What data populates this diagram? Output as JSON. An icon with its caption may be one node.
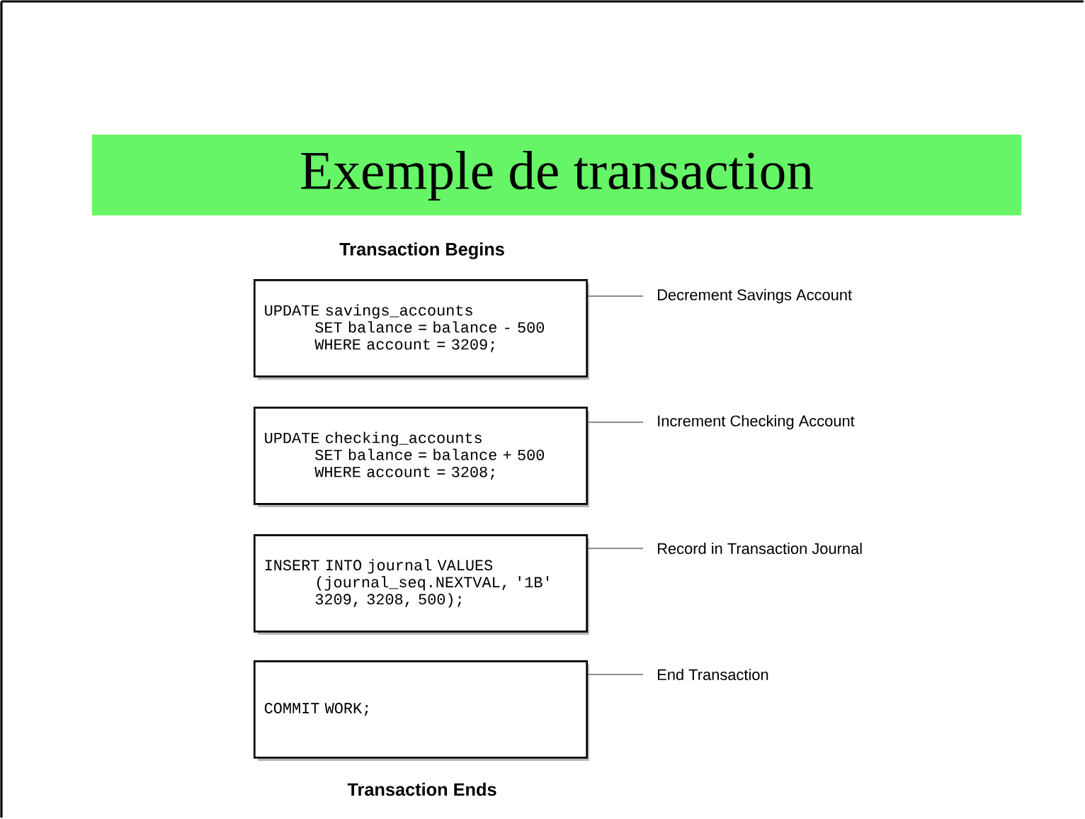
{
  "diagram": {
    "title": "Exemple de transaction",
    "nodes": [
      {
        "text": [
          "UPDATE savings_accounts",
          "SET balance = balance - 500",
          "WHERE account = 3209;"
        ]
      },
      {
        "text": [
          "Decrement Savings Account"
        ]
      },
      {
        "text": [
          "UPDATE checking_accounts",
          "SET balance = balance + 500",
          "WHERE account = 3208;"
        ]
      },
      {
        "text": [
          "Increment Checking Account"
        ]
      },
      {
        "text": [
          "INSERT INTO journal VALUES",
          "(journal_seq.NEXTVAL, '1B'",
          "3209, 3208, 500);"
        ]
      },
      {
        "text": [
          "Record in Transaction Journal"
        ]
      },
      {
        "text": [
          "COMMIT WORK;"
        ]
      },
      {
        "text": [
          "End Transaction"
        ]
      }
    ],
    "edges": [
      {
        "from": 1,
        "to": 0,
        "arrow": "none"
      },
      {
        "from": 3,
        "to": 2,
        "arrow": "none"
      },
      {
        "from": 5,
        "to": 4,
        "arrow": "none"
      },
      {
        "from": 7,
        "to": 6,
        "arrow": "none"
      }
    ],
    "labels": [
      "Transaction Begins",
      "Transaction Ends"
    ]
  }
}
